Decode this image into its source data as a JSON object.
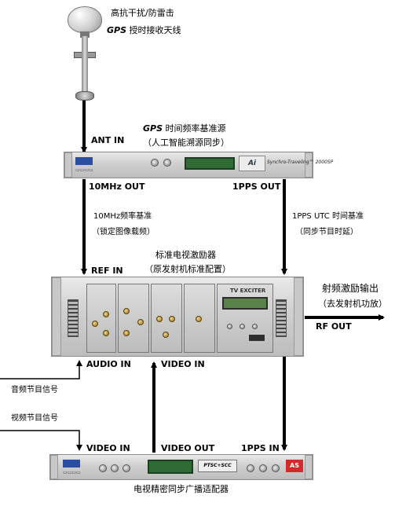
{
  "labels": {
    "antenna_top": "高抗干扰/防雷击",
    "antenna_gps": "GPS",
    "antenna_bottom": "授时接收天线",
    "ant_in": "ANT IN",
    "gps_source_gps": "GPS",
    "gps_source": "时间频率基准源",
    "gps_source_sub": "（人工智能溯源同步）",
    "out_10mhz": "10MHz OUT",
    "out_1pps": "1PPS OUT",
    "ref10m_line1": "10MHz频率基准",
    "ref10m_line2": "（锁定图像载频）",
    "ref1pps_line1": "1PPS UTC 时间基准",
    "ref1pps_line2": "（同步节目时延）",
    "exciter_title": "标准电视激励器",
    "exciter_sub": "（原发射机标准配置）",
    "ref_in": "REF IN",
    "rf_title": "射频激励输出",
    "rf_sub": "（去发射机功放）",
    "rf_out": "RF OUT",
    "audio_in": "AUDIO IN",
    "video_in_top": "VIDEO IN",
    "audio_signal": "音频节目信号",
    "video_signal": "视频节目信号",
    "adapter_video_in": "VIDEO IN",
    "adapter_video_out": "VIDEO OUT",
    "adapter_1pps_in": "1PPS IN",
    "adapter_name": "电视精密同步广播适配器"
  },
  "devices": {
    "gps_brand": "Synchro-Traveling™ 2000SP",
    "gps_logo": "Ai",
    "exciter_display": "TV EXCITER",
    "adapter_badge": "PTSC+SCC",
    "adapter_logo": "AS"
  },
  "colors": {
    "panel": "#c9c9c9",
    "accent_blue": "#2b4fa0",
    "lcd_green": "#2f6b34",
    "logo_red": "#d32a2a"
  }
}
